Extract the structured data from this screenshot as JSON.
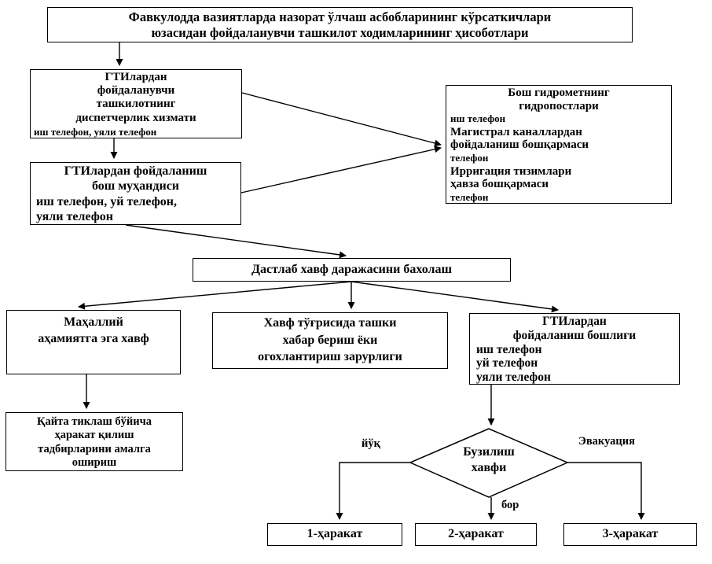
{
  "colors": {
    "background": "#ffffff",
    "line": "#000000",
    "text": "#000000",
    "node_fill": "#ffffff"
  },
  "nodes": {
    "reports": {
      "lines": [
        "Фавкулодда вазиятларда назорат ўлчаш асбобларининг кўрсаткичлари",
        "юзасидан фойдаланувчи ташкилот ходимларининг ҳисоботлари"
      ]
    },
    "dispatcher": {
      "title_lines": [
        "ГТИлардан",
        "фойдаланувчи",
        "ташкилотнинг",
        "диспетчерлик хизмати"
      ],
      "phones": "иш телефон, уяли телефон"
    },
    "engineer": {
      "title_lines": [
        "ГТИлардан фойдаланиш",
        "бош муҳандиси"
      ],
      "phone_lines": [
        "иш телефон, уй телефон,",
        "уяли телефон"
      ]
    },
    "hydromet": {
      "title_lines": [
        "Бош гидрометнинг",
        "гидропостлари"
      ],
      "body_lines": [
        "иш телефон",
        "Магистрал каналлардан",
        "фойдаланиш бошқармаси",
        "телефон",
        "Ирригация тизимлари",
        "ҳавза бошқармаси",
        "телефон"
      ]
    },
    "assessment": {
      "text": "Дастлаб хавф даражасини бахолаш"
    },
    "local_risk": {
      "lines": [
        "Маҳаллий",
        "аҳамиятга эга хавф"
      ]
    },
    "warning": {
      "lines": [
        "Хавф тўғрисида ташки",
        "хабар бериш ёки",
        "огохлантириш зарурлиги"
      ]
    },
    "chief": {
      "title_lines": [
        "ГТИлардан",
        "фойдаланиш бошлиғи"
      ],
      "phone_lines": [
        "иш телефон",
        "уй телефон",
        "уяли телефон"
      ]
    },
    "restoration": {
      "lines": [
        "Қайта тиклаш бўйича",
        "ҳаракат қилиш",
        "тадбирларини амалга",
        "ошириш"
      ]
    },
    "decision": {
      "lines": [
        "Бузилиш",
        "хавфи"
      ]
    },
    "action1": {
      "text": "1-ҳаракат"
    },
    "action2": {
      "text": "2-ҳаракат"
    },
    "action3": {
      "text": "3-ҳаракат"
    }
  },
  "edge_labels": {
    "no": "йўқ",
    "present": "бор",
    "evacuation": "Эвакуация"
  }
}
